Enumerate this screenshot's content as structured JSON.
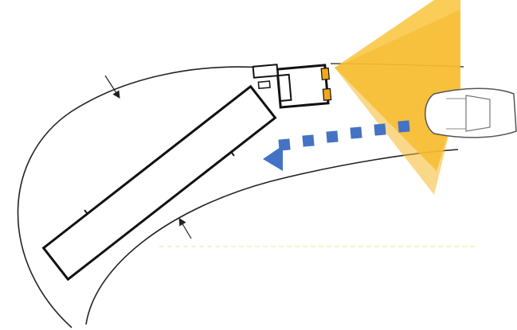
{
  "diagram": {
    "elements": [
      "truck-trailer",
      "truck-cab",
      "car",
      "sensor-coverage-cone",
      "car-motion-arrow",
      "turn-path-outer",
      "turn-path-inner",
      "dimension-arrows"
    ]
  },
  "colors": {
    "coverage_cone": "#f8c43a",
    "coverage_cone_inner": "#f6b82a",
    "motion_arrow": "#4472c4",
    "truck_stroke": "#111111",
    "path_stroke": "#222222",
    "car_stroke": "#555555",
    "cab_light": "#f0a818"
  },
  "icons": {
    "arrow_head": "arrowhead-left",
    "dimension_arrow": "arrowhead"
  }
}
